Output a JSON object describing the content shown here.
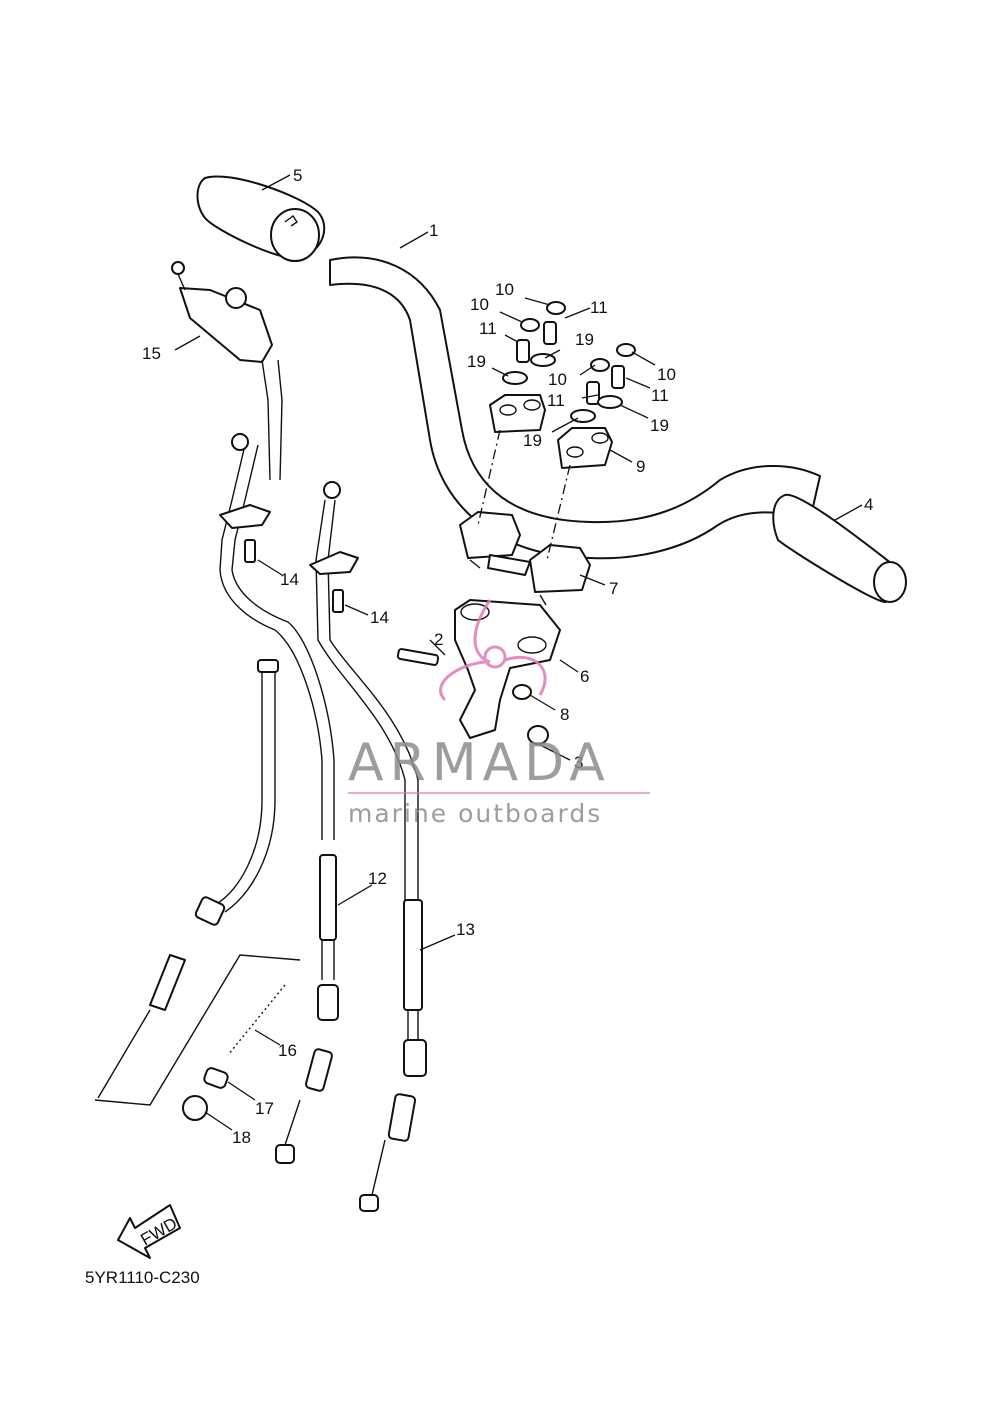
{
  "diagram": {
    "labels": [
      "1",
      "2",
      "3",
      "4",
      "5",
      "6",
      "7",
      "8",
      "9",
      "10",
      "10",
      "10",
      "10",
      "11",
      "11",
      "11",
      "11",
      "12",
      "13",
      "14",
      "14",
      "15",
      "16",
      "17",
      "18",
      "19",
      "19",
      "19",
      "19"
    ],
    "fwd_label": "FWD",
    "drawing_code": "5YR1110-C230"
  },
  "watermark": {
    "brand": "ARMADA",
    "tagline": "marine outboards",
    "colors": {
      "text": "#8c8c8c",
      "logo": "#e07ab4",
      "rule": "#e07ab4"
    }
  }
}
